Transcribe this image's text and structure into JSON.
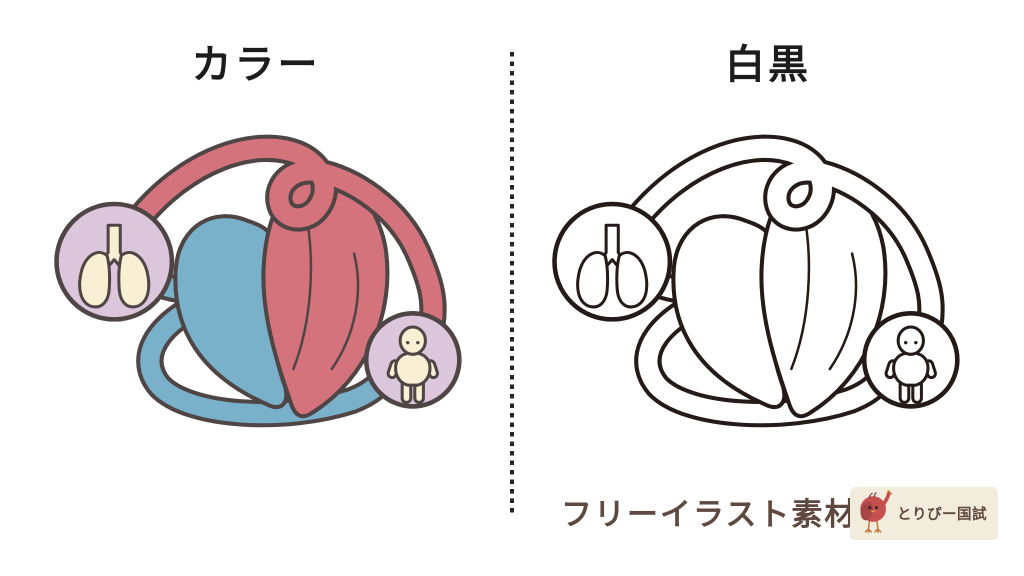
{
  "titles": {
    "left": "カラー",
    "right": "白黒"
  },
  "footer": {
    "credit": "フリーイラスト素材",
    "logo_text": "とりぴー国試",
    "logo_icon": "bird-mascot-icon"
  },
  "illustration": {
    "subject": "blood-circulation-diagram",
    "versions": [
      "color",
      "monochrome"
    ],
    "icons": [
      "heart-icon",
      "lungs-icon",
      "person-icon",
      "artery-tube",
      "vein-tube"
    ]
  },
  "colors": {
    "artery-red": "#d5737c",
    "vein-blue": "#79b1ca",
    "node-lavender": "#dcc6dc",
    "organ-cream": "#f9efd3",
    "outline": "#4f4545",
    "bw-outline": "#241b18",
    "title-text": "#1c1c1c",
    "credit-text": "#5f493e",
    "logo-bg": "#f2ecdd",
    "bird-red": "#c5504f"
  }
}
